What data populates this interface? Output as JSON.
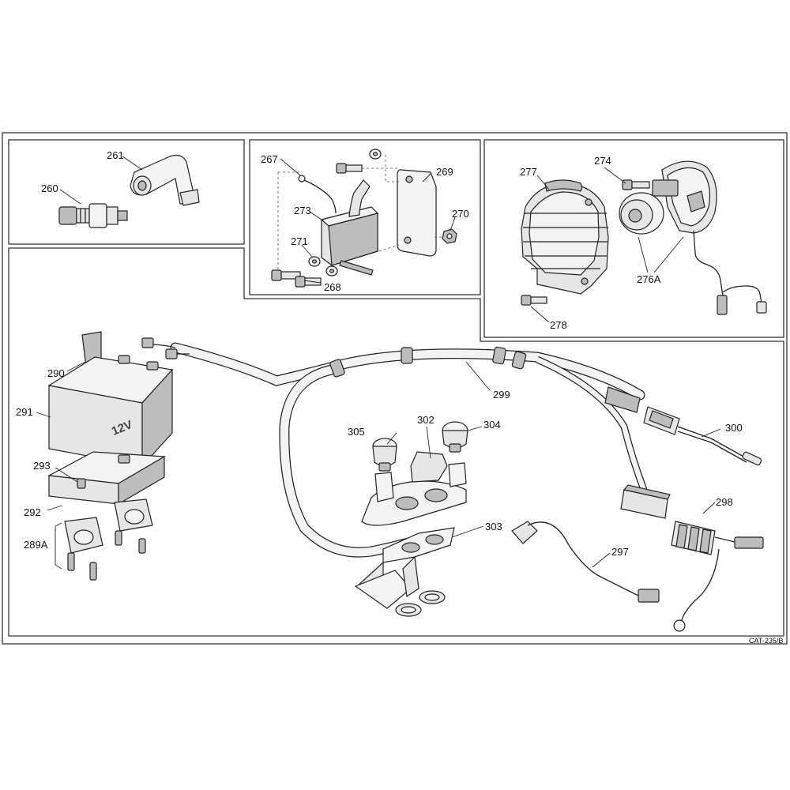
{
  "catalog_code": "CAT-235/B",
  "labels": {
    "260": "260",
    "261": "261",
    "267": "267",
    "268": "268",
    "269": "269",
    "270": "270",
    "271": "271",
    "273": "273",
    "274": "274",
    "276A": "276A",
    "277": "277",
    "278": "278",
    "289A": "289A",
    "290": "290",
    "291": "291",
    "292": "292",
    "293": "293",
    "297": "297",
    "298": "298",
    "299": "299",
    "300": "300",
    "302": "302",
    "303": "303",
    "304": "304",
    "305": "305"
  },
  "battery_text": "12V"
}
